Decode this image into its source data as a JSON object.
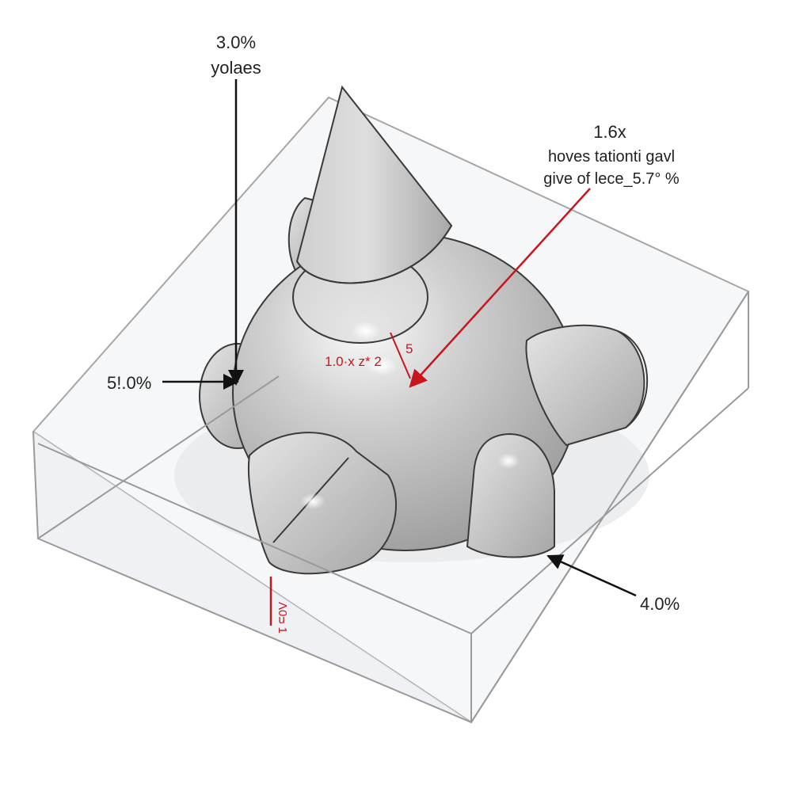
{
  "colors": {
    "background": "#ffffff",
    "box_edge": "#9a9a9a",
    "box_face": "#f2f3f5",
    "body_fill": "#c4c4c4",
    "body_stroke": "#3a3a3a",
    "arrow_black": "#111111",
    "arrow_red": "#c8161d",
    "label_text": "#222222"
  },
  "labels": {
    "top_left_value": "3.0%",
    "top_left_name": "yolaes",
    "top_right_value": "1.6x",
    "top_right_line1": "hoves tationti gavl",
    "top_right_line2": "give of lece_5.7° %",
    "left_value": "5!.0%",
    "center_red": "1.0·x  z* 2",
    "center_red_num": "5",
    "bottom_red": "Λ0ᴝ 1",
    "bottom_right_value": "4.0%"
  }
}
